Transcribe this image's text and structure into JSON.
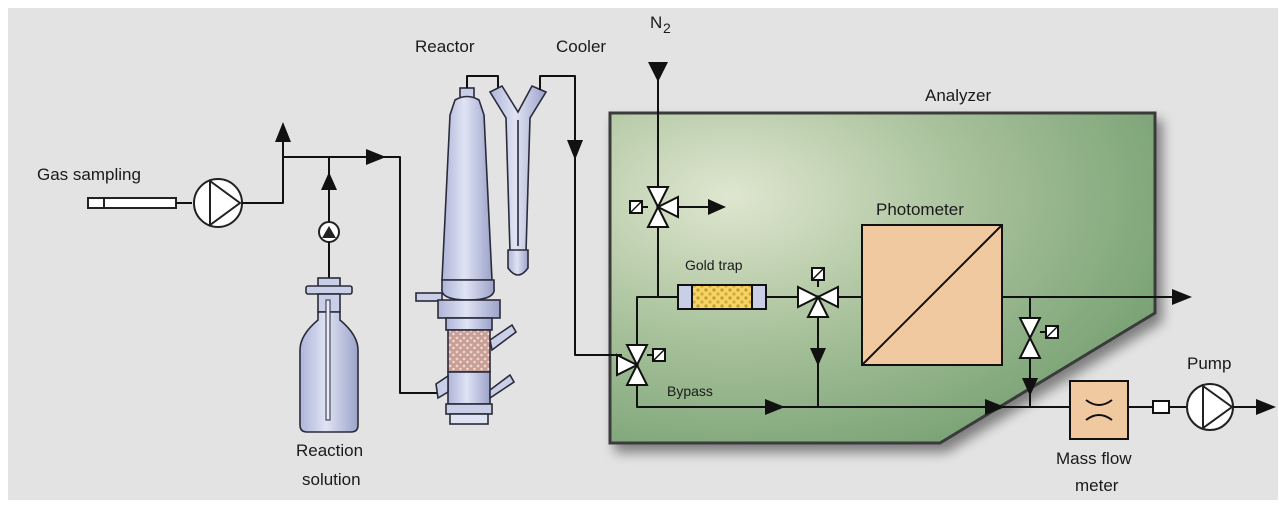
{
  "labels": {
    "gas_sampling": "Gas sampling",
    "reactor": "Reactor",
    "cooler": "Cooler",
    "nitrogen_main": "N",
    "nitrogen_sub": "2",
    "analyzer": "Analyzer",
    "photometer": "Photometer",
    "gold_trap": "Gold trap",
    "bypass": "Bypass",
    "pump": "Pump",
    "reaction_solution_1": "Reaction",
    "reaction_solution_2": "solution",
    "mass_flow_1": "Mass flow",
    "mass_flow_2": "meter"
  },
  "colors": {
    "background": "#e3e3e3",
    "analyzer_fill": "#7ea87a",
    "photometer_fill": "#f1c9a0",
    "glassware": "#c9cfe6",
    "gold_trap_fill": "#f0c94a",
    "mass_flow_fill": "#f1c9a0"
  }
}
